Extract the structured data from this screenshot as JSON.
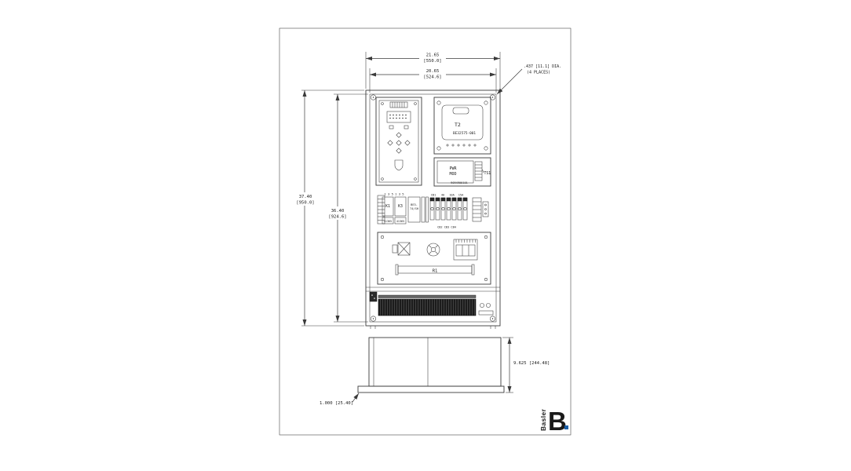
{
  "dims": {
    "top_outer_in": "21.65",
    "top_outer_mm": "[550.0]",
    "top_inner_in": "20.65",
    "top_inner_mm": "[524.6]",
    "left_outer_in": "37.40",
    "left_outer_mm": "[950.0]",
    "left_inner_in": "36.40",
    "left_inner_mm": "[924.6]",
    "hole_note_1": ".437 [11.1] DIA.",
    "hole_note_2": "(4 PLACES)",
    "depth": "9.625 [244.48]",
    "thickness": "1.000 [25.40]"
  },
  "components": {
    "t2": "T2",
    "t2_part": "BE32575-001",
    "pwr_1": "PWR",
    "pwr_2": "MOD",
    "ts1": "TS1",
    "pwr_part": "9094900101",
    "terminal_numbers": "1 3 5 1 3 5",
    "k1": "K1",
    "k3": "K3",
    "k1_part": "41365",
    "k3_part": "41365",
    "be3_1": "BE3-",
    "be3_2": "74/SH",
    "fuse": {
      "cb1": "CB1",
      "f1": "4A",
      "f2": "10A",
      "f3": "15A",
      "bottom": "CB2  CB3  CB4"
    },
    "r1": "R1"
  },
  "logo": {
    "name": "Basler",
    "initial": "B",
    "color": "#1a5fa8"
  }
}
